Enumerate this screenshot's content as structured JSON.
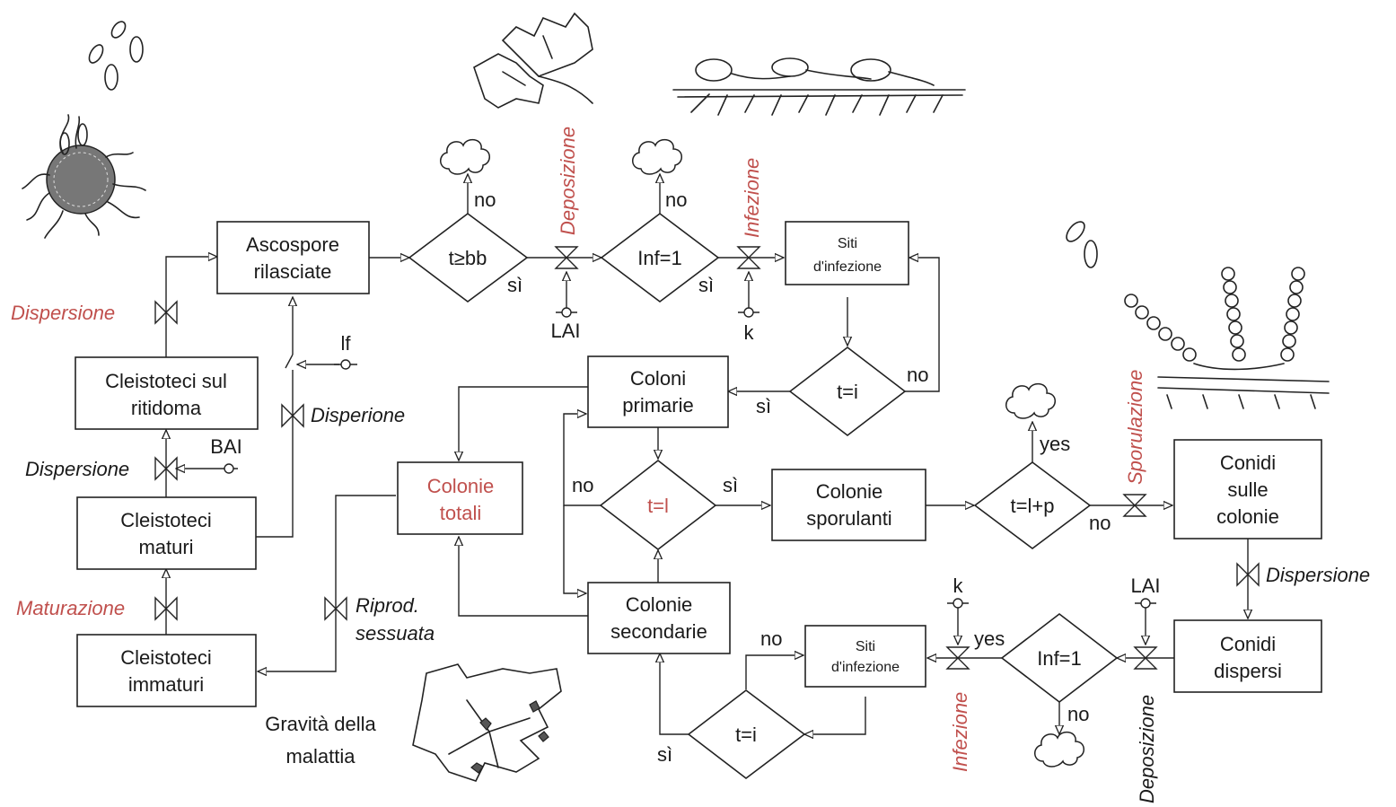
{
  "nodes": {
    "ascospore": [
      "Ascospore",
      "rilasciate"
    ],
    "cleist_ritidoma": [
      "Cleistoteci sul",
      "ritidoma"
    ],
    "cleist_maturi": [
      "Cleistoteci",
      "maturi"
    ],
    "cleist_immaturi": [
      "Cleistoteci",
      "immaturi"
    ],
    "siti_top": [
      "Siti",
      "d'infezione"
    ],
    "coloni_primarie": [
      "Coloni",
      "primarie"
    ],
    "colonie_totali": [
      "Colonie",
      "totali"
    ],
    "colonie_sporulanti": [
      "Colonie",
      "sporulanti"
    ],
    "colonie_secondarie": [
      "Colonie",
      "secondarie"
    ],
    "conidi_colonie": [
      "Conidi",
      "sulle",
      "colonie"
    ],
    "conidi_dispersi": [
      "Conidi",
      "dispersi"
    ],
    "siti_bottom": [
      "Siti",
      "d'infezione"
    ]
  },
  "decisions": {
    "d_bb": "t≥bb",
    "d_inf_top": "Inf=1",
    "d_ti_top": "t=i",
    "d_tl": "t=l",
    "d_tlp": "t=l+p",
    "d_inf_bottom": "Inf=1",
    "d_ti_bottom": "t=i"
  },
  "edge_labels": {
    "no": "no",
    "si": "sì",
    "yes": "yes"
  },
  "process_labels": {
    "dispersione": "Dispersione",
    "disperione": "Disperione",
    "maturazione": "Maturazione",
    "deposizione": "Deposizione",
    "infezione": "Infezione",
    "sporulazione": "Sporulazione",
    "riprod": [
      "Riprod.",
      "sessuata"
    ]
  },
  "inputs": {
    "lai": "LAI",
    "k": "k",
    "lf": "lf",
    "bai": "BAI"
  },
  "caption": [
    "Gravità della",
    "malattia"
  ],
  "colors": {
    "accent_red": "#c0504d",
    "line": "#222222",
    "text": "#1a1a1a"
  }
}
